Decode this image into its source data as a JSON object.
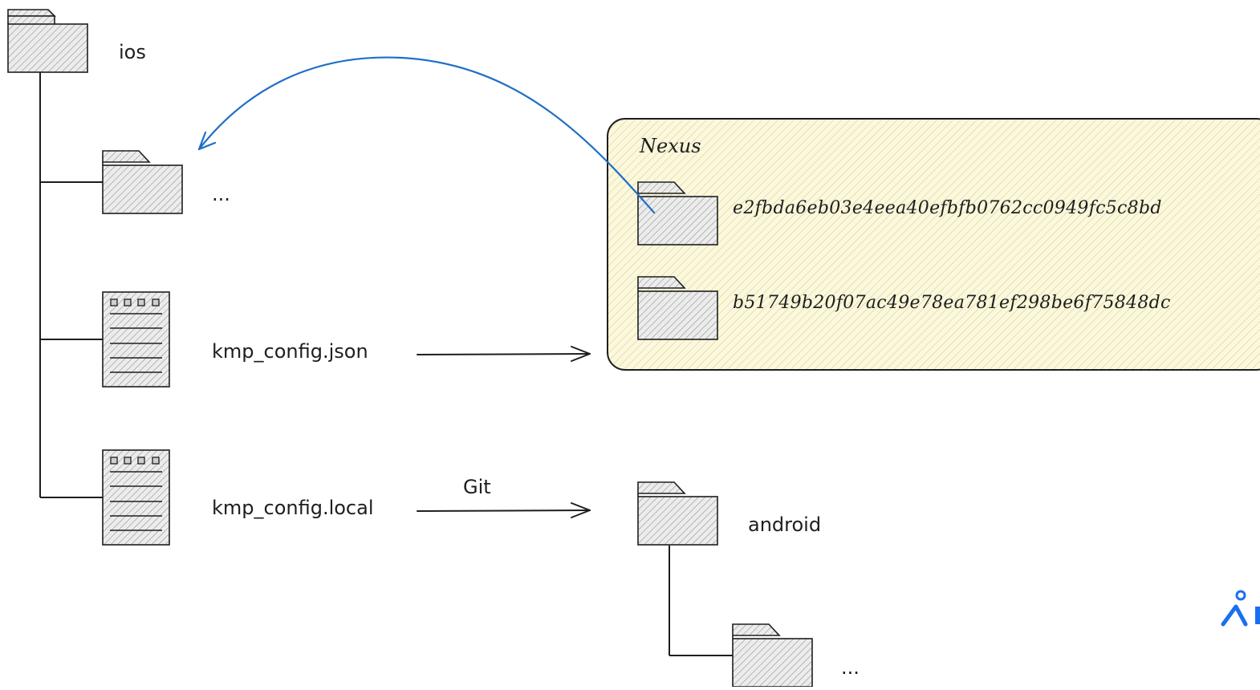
{
  "diagram": {
    "folders": {
      "ios": {
        "label": "ios"
      },
      "ios_child": {
        "label": "..."
      },
      "nexus_hash_1": {
        "label": "e2fbda6eb03e4eea40efbfb0762cc0949fc5c8bd"
      },
      "nexus_hash_2": {
        "label": "b51749b20f07ac49e78ea781ef298be6f75848dc"
      },
      "android": {
        "label": "android"
      },
      "android_child": {
        "label": "..."
      }
    },
    "files": {
      "kmp_config_json": {
        "label": "kmp_config.json"
      },
      "kmp_config_local": {
        "label": "kmp_config.local"
      }
    },
    "nexus": {
      "label": "Nexus"
    },
    "arrows": {
      "git": {
        "label": "Git"
      }
    },
    "colors": {
      "stroke": "#1e1e1e",
      "folder_fill": "#e6e6e6",
      "nexus_fill": "#f8f4cc",
      "nexus_hatch": "#d9d38a",
      "arrow_blue": "#1f6fc5",
      "logo_blue": "#1a6ff0"
    },
    "logo": {
      "icon": "location-pin-logo-icon"
    }
  }
}
